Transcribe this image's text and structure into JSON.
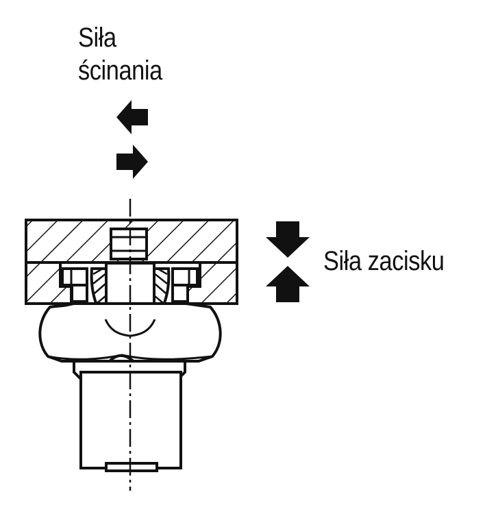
{
  "labels": {
    "shear_force_line1": "Siła",
    "shear_force_line2": "ścinania",
    "clamping_force": "Siła zacisku"
  },
  "colors": {
    "ink": "#111111",
    "background": "#ffffff"
  }
}
